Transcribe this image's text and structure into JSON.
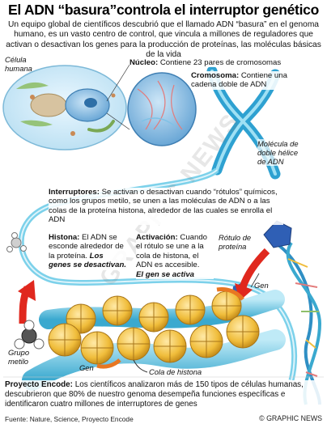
{
  "title": "El ADN “basura”controla el interruptor genético",
  "intro": "Un equipo global de científicos descubrió que el llamado ADN “basura” en el genoma humano, es un vasto centro de control, que vincula a millones de reguladores que activan o desactivan los genes para la producción de proteínas, las moléculas básicas de la vida",
  "labels": {
    "cell": "Célula\nhumana",
    "nucleus_title": "Núcleo:",
    "nucleus_text": " Contiene 23 pares de cromosomas",
    "chromosome_title": "Cromosoma:",
    "chromosome_text": " Contiene una cadena doble de ADN",
    "double_helix": "Molécula de\ndoble hélice\nde ADN",
    "switches_title": "Interruptores:",
    "switches_text": " Se activan o desactivan cuando “rótulos” químicos, como los grupos metilo, se unen a las moléculas de ADN o a las colas de la proteína histona, alrededor de las cuales se enrolla el ADN",
    "protein_tag": "Rótulo de\nproteína",
    "histone_title": "Histona:",
    "histone_text": " El ADN se esconde alrededor de la proteína.",
    "histone_off": " Los genes se desactivan.",
    "activation_title": "Activación:",
    "activation_text": " Cuando el rótulo se une a la cola de histona, el ADN es accesible.",
    "activation_on": "El gen se activa",
    "gen_right": "Gen",
    "gen_left": "Gen",
    "histone_tail": "Cola de histona",
    "methyl_group": "Grupo\nmetilo",
    "encode_title": "Proyecto Encode:",
    "encode_text": " Los científicos analizaron más de 150 tipos de células humanas, descubrieron que 80% de nuestro genoma desempeña funciones específicas e identificaron cuatro millones de interruptores de genes"
  },
  "source": "Fuente: Nature, Science, Proyecto Encode",
  "credit": "© GRAPHIC NEWS",
  "watermark": "GRAPHIC NEWS",
  "colors": {
    "cyan": "#38b6d8",
    "cyan_light": "#9fdcef",
    "histone": "#f0bd3b",
    "histone_dark": "#c8901c",
    "tag_blue": "#2f5fb5",
    "arrow_red": "#e0281e",
    "gen_orange": "#e87722",
    "cell_green": "#8fbf6a"
  }
}
